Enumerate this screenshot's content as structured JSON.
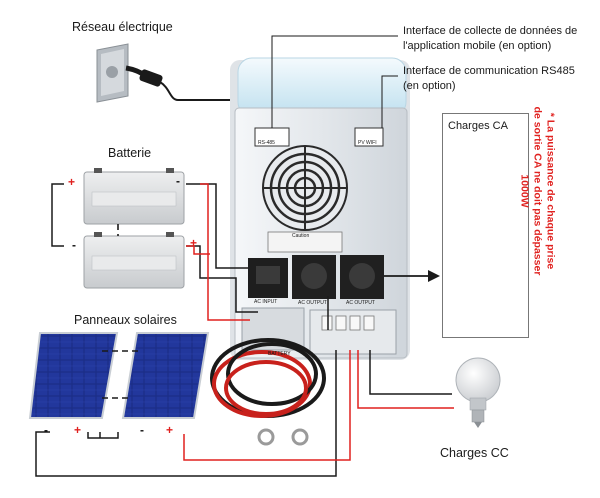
{
  "labels": {
    "grid": "Réseau électrique",
    "battery": "Batterie",
    "solar": "Panneaux solaires",
    "ac_loads": "Charges CA",
    "dc_loads": "Charges CC",
    "app_interface": "Interface de collecte de données de l'application mobile (en option)",
    "rs485_interface": "Interface de communication RS485 (en option)",
    "warning": "* La puissance de chaque prise de sortie CA ne doit pas dépasser 1000W"
  },
  "signs": {
    "plus": "+",
    "minus": "-"
  },
  "inverter_labels": {
    "rs485": "RS-485",
    "pv_wifi": "PV WIFI",
    "ac_input": "AC INPUT",
    "ac_output_1": "AC OUTPUT",
    "ac_output_2": "AC OUTPUT",
    "battery": "BATTERY",
    "caution": "Caution"
  },
  "colors": {
    "wire_black": "#1a1a1a",
    "wire_red": "#e0211f",
    "inverter_body": "#e9ecef",
    "inverter_top": "#c9e6f2",
    "solar_cell": "#1d2f8a",
    "battery_body": "#d8dadc"
  },
  "icons": [
    "wall-socket-icon",
    "fan-icon",
    "tv-icon",
    "rice-cooker-icon",
    "computer-icon",
    "light-bulb-icon",
    "fan-grille-icon"
  ]
}
